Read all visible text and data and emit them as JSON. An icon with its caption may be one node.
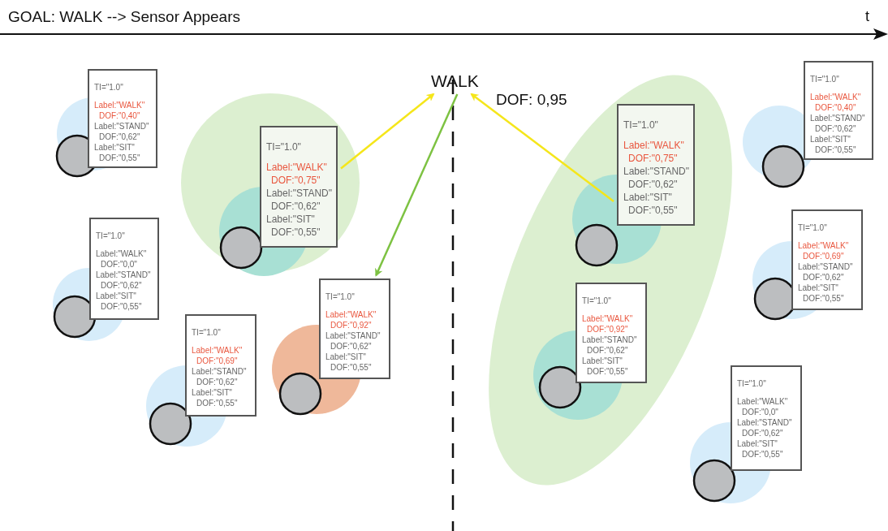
{
  "diagram": {
    "title": "GOAL: WALK --> Sensor Appears",
    "nodes": [
      {
        "text": [
          "TI=\"1.0\"",
          "Label:\"WALK\"",
          "DOF:\"0,40\"",
          "Label:\"STAND\"",
          "DOF:\"0,62\"",
          "Label:\"SIT\"",
          "DOF:\"0,55\""
        ]
      },
      {
        "text": [
          "TI=\"1.0\"",
          "Label:\"WALK\"",
          "DOF:\"0,75\"",
          "Label:\"STAND\"",
          "DOF:\"0,62\"",
          "Label:\"SIT\"",
          "DOF:\"0,55\""
        ]
      },
      {
        "text": [
          "WALK"
        ],
        "beside": [
          "DOF: 0,95"
        ]
      },
      {
        "text": [
          "TI=\"1.0\"",
          "Label:\"WALK\"",
          "DOF:\"0,75\"",
          "Label:\"STAND\"",
          "DOF:\"0,62\"",
          "Label:\"SIT\"",
          "DOF:\"0,55\""
        ]
      },
      {
        "text": [
          "TI=\"1.0\"",
          "Label:\"WALK\"",
          "DOF:\"0,40\"",
          "Label:\"STAND\"",
          "DOF:\"0,62\"",
          "Label:\"SIT\"",
          "DOF:\"0,55\""
        ]
      },
      {
        "text": [
          "TI=\"1.0\"",
          "Label:\"WALK\"",
          "DOF:\"0,0\"",
          "Label:\"STAND\"",
          "DOF:\"0,62\"",
          "Label:\"SIT\"",
          "DOF:\"0,55\""
        ]
      },
      {
        "text": [
          "TI=\"1.0\"",
          "Label:\"WALK\"",
          "DOF:\"0,69\"",
          "Label:\"STAND\"",
          "DOF:\"0,62\"",
          "Label:\"SIT\"",
          "DOF:\"0,55\""
        ]
      },
      {
        "text": [
          "TI=\"1.0\"",
          "Label:\"WALK\"",
          "DOF:\"0,92\"",
          "Label:\"STAND\"",
          "DOF:\"0,62\"",
          "Label:\"SIT\"",
          "DOF:\"0,55\""
        ]
      },
      {
        "text": [
          "TI=\"1.0\"",
          "Label:\"WALK\"",
          "DOF:\"0,69\"",
          "Label:\"STAND\"",
          "DOF:\"0,62\"",
          "Label:\"SIT\"",
          "DOF:\"0,55\""
        ]
      },
      {
        "text": [
          "TI=\"1.0\"",
          "Label:\"WALK\"",
          "DOF:\"0,92\"",
          "Label:\"STAND\"",
          "DOF:\"0,62\"",
          "Label:\"SIT\"",
          "DOF:\"0,55\""
        ]
      },
      {
        "text": [
          "TI=\"1.0\"",
          "Label:\"WALK\"",
          "DOF:\"0,0\"",
          "Label:\"STAND\"",
          "DOF:\"0,62\"",
          "Label:\"SIT\"",
          "DOF:\"0,55\""
        ]
      }
    ],
    "edges": [
      {
        "from": 1,
        "to": 2,
        "arrow": "to"
      },
      {
        "from": 3,
        "to": 2,
        "arrow": "to"
      },
      {
        "from": 2,
        "to": 7,
        "arrow": "to",
        "color": "#7dc242"
      }
    ],
    "labels": [
      "t"
    ]
  }
}
